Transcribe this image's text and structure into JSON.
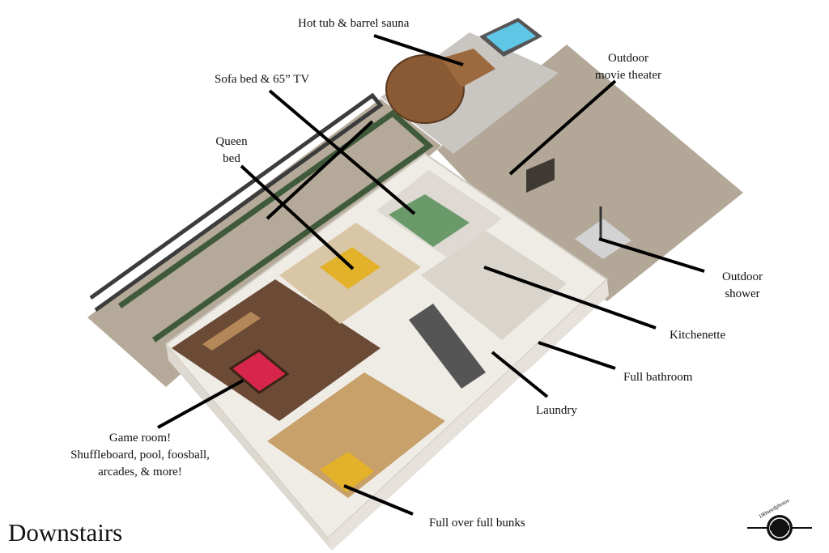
{
  "title": "Downstairs",
  "labels": {
    "hot_tub": "Hot tub & barrel sauna",
    "sofa_bed": "Sofa bed & 65” TV",
    "queen_bed_1": "Queen",
    "queen_bed_2": "bed",
    "movie_1": "Outdoor",
    "movie_2": "movie theater",
    "shower_1": "Outdoor",
    "shower_2": "shower",
    "kitchenette": "Kitchenette",
    "bathroom": "Full bathroom",
    "laundry": "Laundry",
    "game_1": "Game room!",
    "game_2": "Shuffleboard, pool, foosball,",
    "game_3": "arcades, & more!",
    "bunks": "Full over full bunks"
  },
  "logo": {
    "text": "180needphotos"
  },
  "colors": {
    "gravel": "#b3a898",
    "floor_wood": "#6b4a36",
    "tile": "#d9d4cc",
    "pergola": "#3f5a3a",
    "yellow": "#e3b22a",
    "pool_felt": "#d8264a",
    "water": "#5fc6e6"
  }
}
